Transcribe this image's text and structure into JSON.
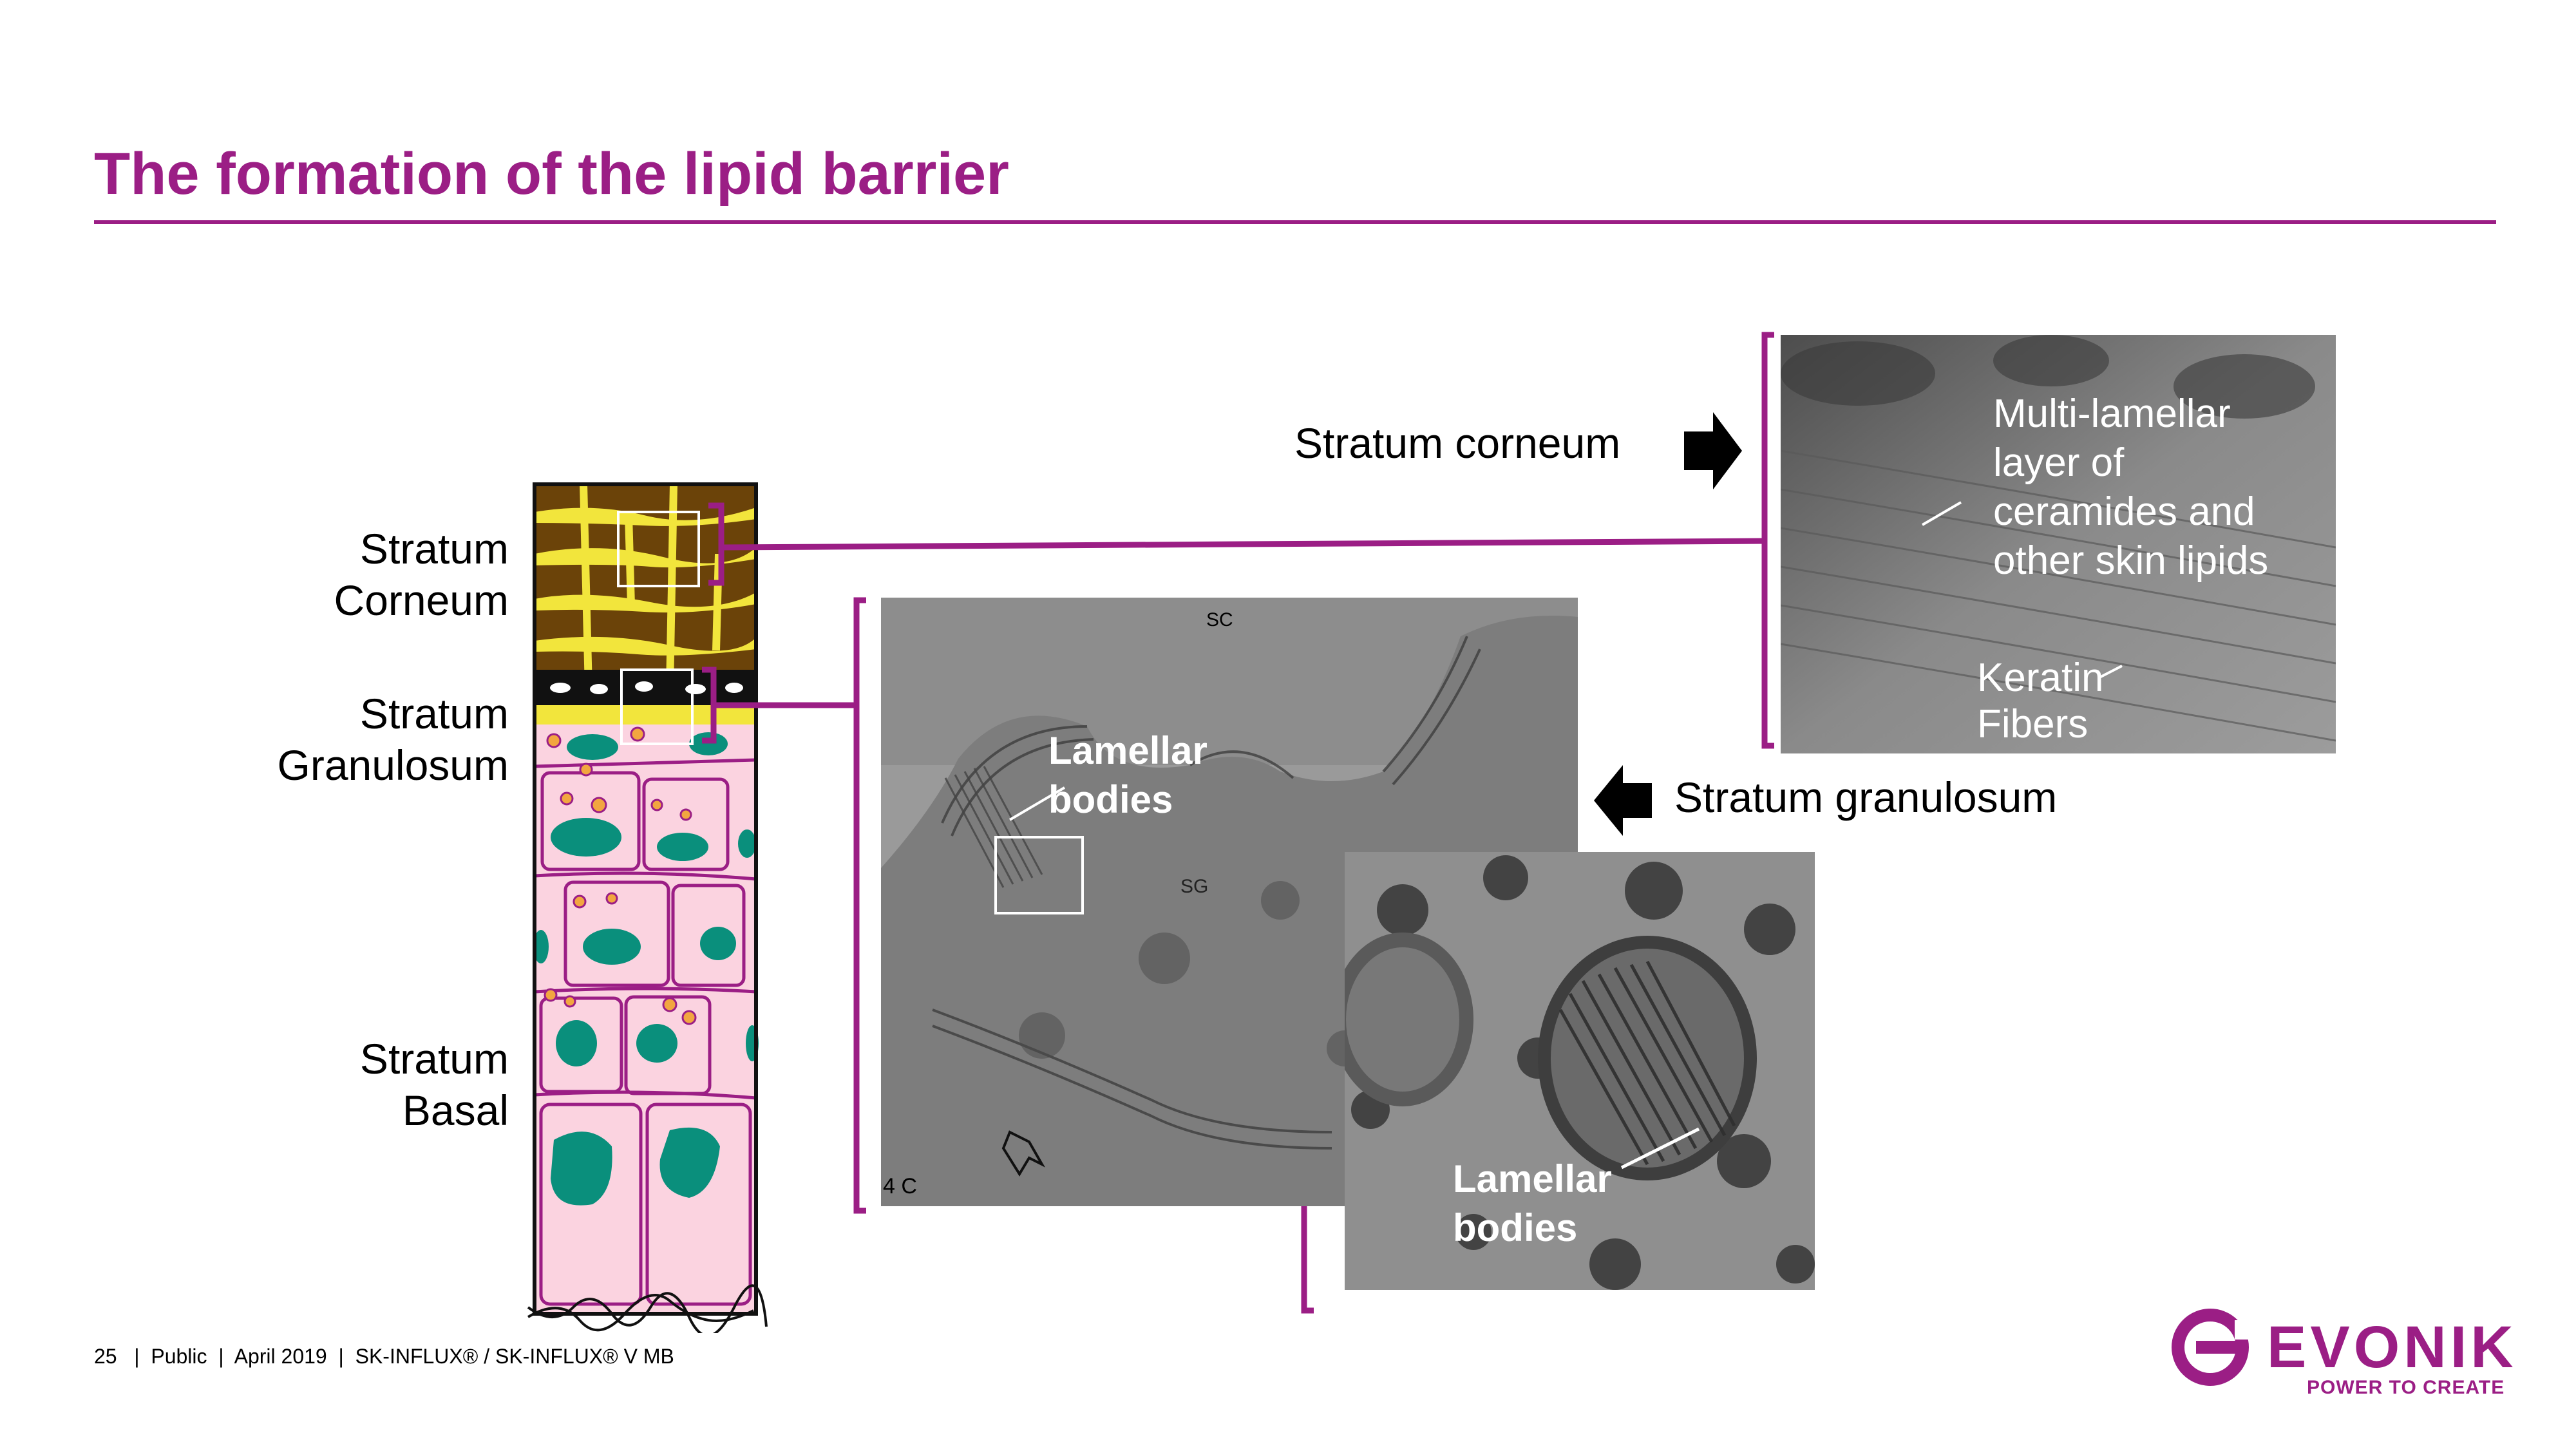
{
  "title": "The formation of the lipid barrier",
  "skin_labels": {
    "corneum": [
      "Stratum",
      "Corneum"
    ],
    "granulosum": [
      "Stratum",
      "Granulosum"
    ],
    "basal": [
      "Stratum",
      "Basal"
    ]
  },
  "callouts": {
    "stratum_corneum": "Stratum corneum",
    "stratum_granulosum": "Stratum granulosum"
  },
  "top_image": {
    "label_lines": [
      "Multi-lamellar",
      "layer of",
      "ceramides and",
      "other skin lipids"
    ],
    "keratin_lines": [
      "Keratin",
      "Fibers"
    ]
  },
  "middle_image": {
    "lamellar_lines": [
      "Lamellar",
      "bodies"
    ],
    "sc_mark": "SC",
    "sg_mark": "SG",
    "figure_mark": "4 C"
  },
  "zoom_image": {
    "lamellar_lines": [
      "Lamellar",
      "bodies"
    ]
  },
  "footer": {
    "page": "25",
    "text": "|  Public  |  April 2019  |  SK-INFLUX® / SK-INFLUX® V MB"
  },
  "logo": {
    "word": "EVONIK",
    "tagline": "POWER TO CREATE"
  },
  "colors": {
    "brand_purple": "#9b1e85",
    "corneum_brown": "#6b4309",
    "corneum_yellow": "#f2e53c",
    "cell_pink": "#fbd3e0",
    "nucleus_teal": "#0a8f7c"
  }
}
